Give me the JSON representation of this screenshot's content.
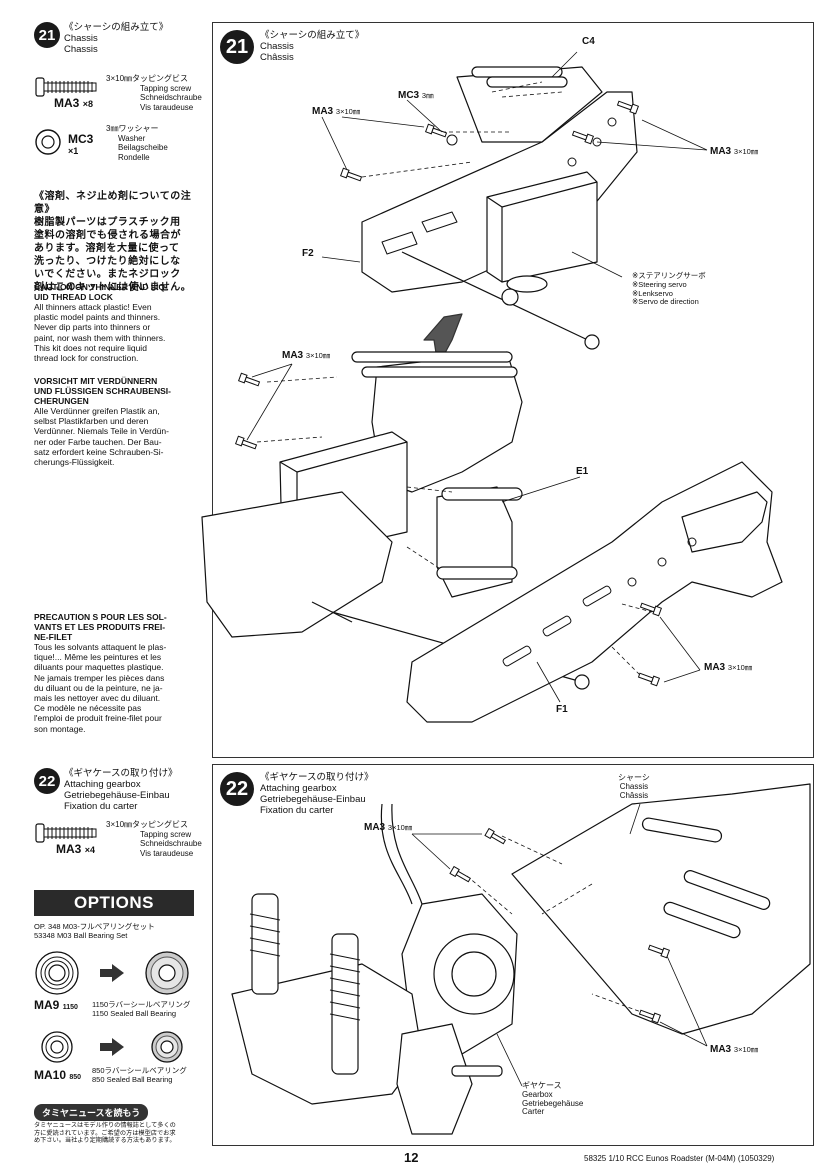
{
  "step21": {
    "number": "21",
    "title_jp": "《シャーシの組み立て》",
    "title_en": "Chassis",
    "title_de": "Chassis",
    "parts": [
      {
        "name": "MA3",
        "qty": "×8",
        "desc_jp": "3×10㎜タッピングビス",
        "desc_en": "Tapping screw",
        "desc_de": "Schneidschraube",
        "desc_fr": "Vis taraudeuse",
        "icon": "screw-icon"
      },
      {
        "name": "MC3",
        "qty": "×1",
        "desc_jp": "3㎜ワッシャー",
        "desc_en": "Washer",
        "desc_de": "Beilagscheibe",
        "desc_fr": "Rondelle",
        "icon": "washer-icon"
      }
    ]
  },
  "warnings": {
    "jp": [
      "《溶剤、ネジ止め剤についての注意》",
      "樹脂製パーツはプラスチック用",
      "塗料の溶剤でも侵される場合が",
      "あります。溶剤を大量に使って",
      "洗ったり、つけたり絶対にしな",
      "いでください。またネジロック",
      "剤はこのキットには使いません。"
    ],
    "en_title": [
      "CAUTION ON THINNER AND LIQ-",
      "UID THREAD LOCK"
    ],
    "en_body": [
      "All thinners attack plastic! Even",
      "plastic model paints and thinners.",
      "Never dip parts into thinners or",
      "paint, nor wash them with thinners.",
      "This kit does not require liquid",
      "thread lock for construction."
    ],
    "de_title": [
      "VORSICHT MIT VERDÜNNERN",
      "UND FLÜSSIGEN SCHRAUBENSI-",
      "CHERUNGEN"
    ],
    "de_body": [
      "Alle Verdünner greifen Plastik an,",
      "selbst Plastikfarben und deren",
      "Verdünner. Niemals Teile in Verdün-",
      "ner oder Farbe tauchen. Der Bau-",
      "satz erfordert keine Schrauben-Si-",
      "cherungs-Flüssigkeit."
    ],
    "fr_title": [
      "PRECAUTION S POUR LES SOL-",
      "VANTS ET LES PRODUITS FREI-",
      "NE-FILET"
    ],
    "fr_body": [
      "Tous les solvants attaquent le plas-",
      "tique!... Même les peintures et les",
      "diluants pour maquettes plastique.",
      "Ne jamais tremper les pièces dans",
      "du diluant ou de la peinture, ne ja-",
      "mais les nettoyer avec du diluant.",
      "Ce modèle ne nécessite pas",
      "l'emploi de produit freine-filet pour",
      "son montage."
    ]
  },
  "diagram21": {
    "number": "21",
    "title_jp": "《シャーシの組み立て》",
    "title_en": "Chassis",
    "title_de": "Châssis",
    "labels": {
      "c4": "C4",
      "mc3": "MC3",
      "mc3_size": "3㎜",
      "ma3": "MA3",
      "ma3_size": "3×10㎜",
      "f2": "F2",
      "e1": "E1",
      "f1": "F1"
    },
    "servo_callout": [
      "※ステアリングサーボ",
      "※Steering servo",
      "※Lenkservo",
      "※Servo de direction"
    ]
  },
  "step22": {
    "number": "22",
    "title_jp": "《ギヤケースの取り付け》",
    "title_en": "Attaching gearbox",
    "title_de": "Getriebegehäuse-Einbau",
    "title_fr": "Fixation du carter",
    "part": {
      "name": "MA3",
      "qty": "×4",
      "desc_jp": "3×10㎜タッピングビス",
      "desc_en": "Tapping screw",
      "desc_de": "Schneidschraube",
      "desc_fr": "Vis taraudeuse"
    }
  },
  "options": {
    "heading": "OPTIONS",
    "item_line1": "OP. 348  M03-フルベアリングセット",
    "item_line2": "53348 M03 Ball Bearing Set",
    "bearings": [
      {
        "name": "MA9",
        "code": "1150",
        "desc_jp": "1150ラバーシールベアリング",
        "desc_en": "1150 Sealed Ball Bearing"
      },
      {
        "name": "MA10",
        "code": "850",
        "desc_jp": "850ラバーシールベアリング",
        "desc_en": "850 Sealed Ball Bearing"
      }
    ]
  },
  "news": {
    "tag": "タミヤニュースを読もう",
    "lines": [
      "タミヤニュースはモデル作りの情報誌として多くの",
      "方に愛読されています。ご希望の方は模型店でお求",
      "め下さい。当社より定期購読する方法もあります。"
    ]
  },
  "diagram22": {
    "number": "22",
    "title_jp": "《ギヤケースの取り付け》",
    "title_en": "Attaching gearbox",
    "title_de": "Getriebegehäuse-Einbau",
    "title_fr": "Fixation du carter",
    "chassis_callout": [
      "シャーシ",
      "Chassis",
      "Châssis"
    ],
    "gearbox_callout": [
      "ギヤケース",
      "Gearbox",
      "Getriebegehäuse",
      "Carter"
    ],
    "ma3": "MA3",
    "ma3_size": "3×10㎜"
  },
  "footer": {
    "page": "12",
    "code": "58325  1/10 RCC Eunos Roadster (M-04M) (1050329)"
  }
}
